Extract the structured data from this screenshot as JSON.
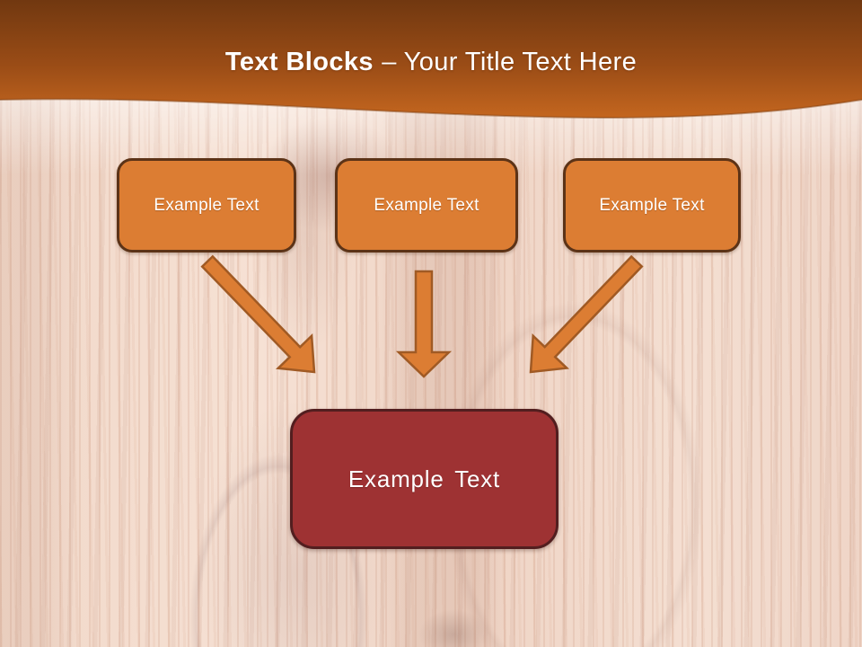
{
  "header": {
    "title_bold": "Text Blocks",
    "title_rest": "– Your Title Text Here",
    "title_full": "Text Blocks – Your Title Text Here"
  },
  "diagram": {
    "source_blocks": [
      {
        "label": "Example Text"
      },
      {
        "label": "Example Text"
      },
      {
        "label": "Example Text"
      }
    ],
    "target_block": {
      "label": "Example Text"
    },
    "arrows": [
      {
        "name": "left-arrow",
        "direction": "down-right"
      },
      {
        "name": "center-arrow",
        "direction": "down"
      },
      {
        "name": "right-arrow",
        "direction": "down-left"
      }
    ]
  },
  "colors": {
    "header-top": "#713810",
    "header-bottom": "#C4661F",
    "wave-edge": "#7E3E10",
    "block-fill": "#DC7D33",
    "block-border": "#5C3317",
    "target-fill": "#9E3233",
    "target-border": "#521E1F",
    "arrow-fill": "#DC7D33",
    "arrow-stroke": "#A05A24",
    "title-text": "#FFFFFF",
    "block-text": "#FFFFFF"
  }
}
